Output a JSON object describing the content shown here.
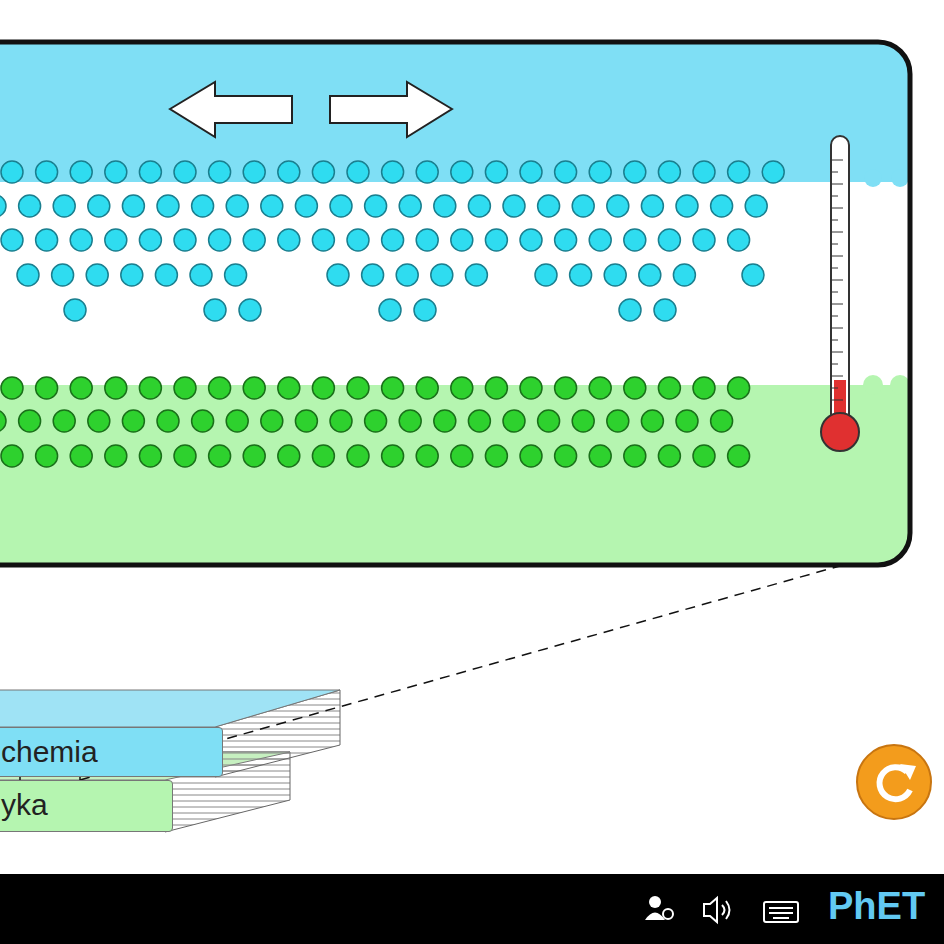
{
  "diagram": {
    "nodes": [
      {
        "text": [
          "chemia"
        ]
      },
      {
        "text": [
          "yka"
        ]
      }
    ],
    "labels": [
      "PhET"
    ]
  }
}
